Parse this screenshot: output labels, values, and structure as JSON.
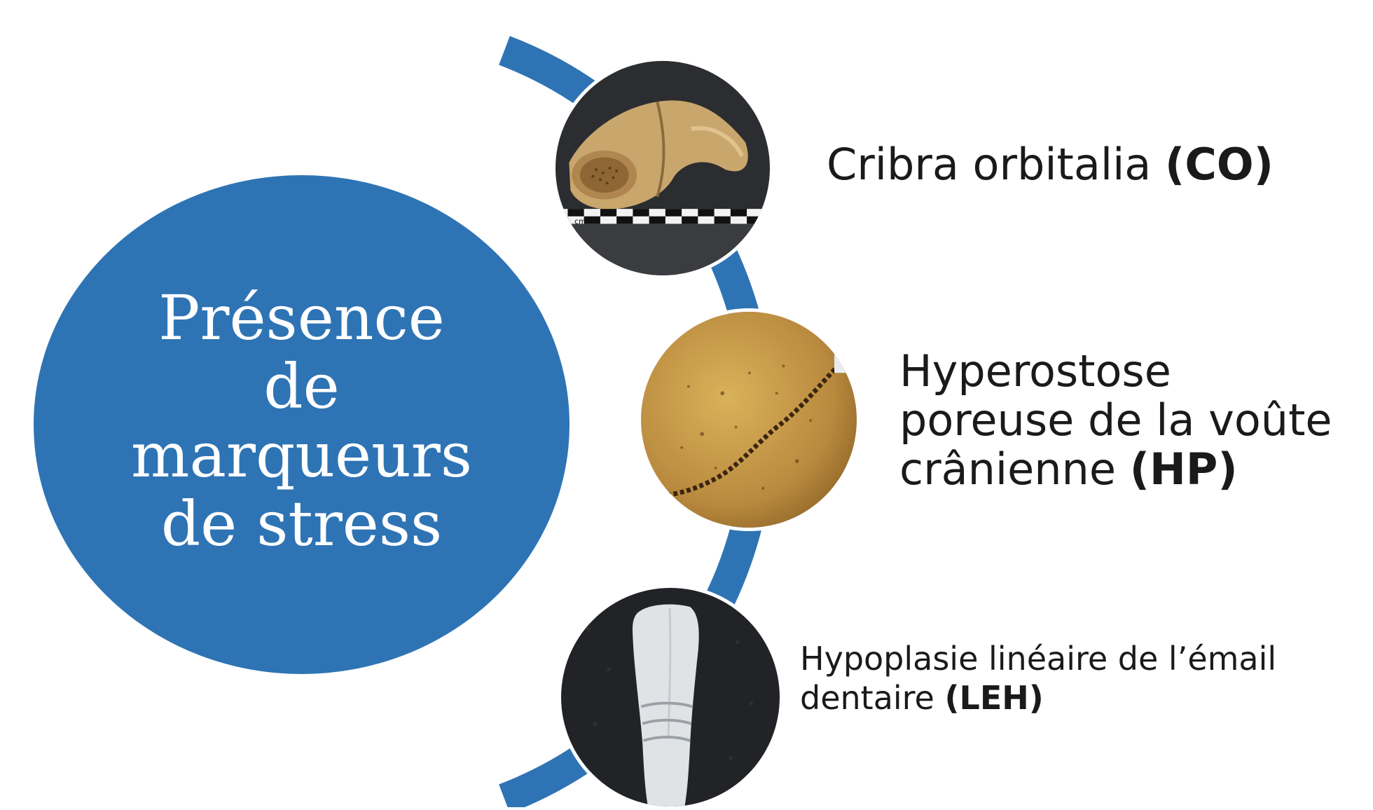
{
  "main": {
    "title_lines": [
      "Présence",
      "de",
      "marqueurs",
      "de stress"
    ]
  },
  "items": [
    {
      "name": "Cribra orbitalia",
      "abbr": "(CO)",
      "image": "orbital-roof-bone-with-scale-photo"
    },
    {
      "name_line1": "Hyperostose",
      "name_line2": "poreuse de la voûte",
      "name_line3": "crânienne",
      "abbr": "(HP)",
      "image": "porous-skull-vault-photo"
    },
    {
      "name_line1": "Hypoplasie linéaire de l’émail",
      "name_line2": "dentaire",
      "abbr": "(LEH)",
      "image": "tooth-enamel-photo"
    }
  ],
  "scale_label": "cm",
  "colors": {
    "accent": "#2e74b5",
    "text": "#1a1a1a",
    "background": "#ffffff"
  }
}
